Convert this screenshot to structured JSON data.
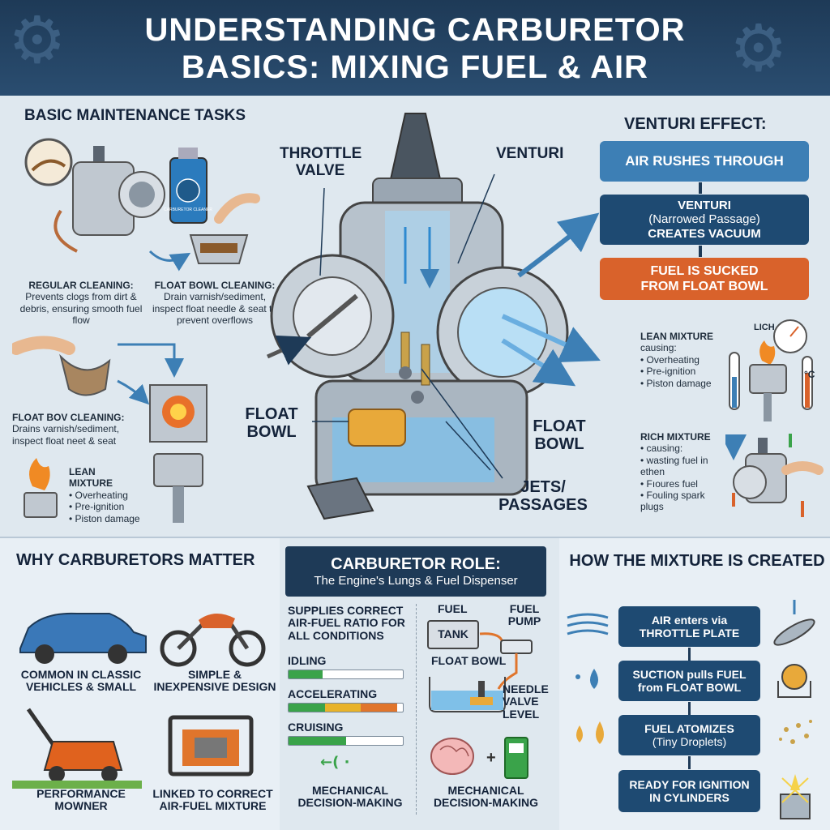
{
  "header": {
    "line1": "UNDERSTANDING CARBURETOR",
    "line2": "BASICS: MIXING FUEL & AIR"
  },
  "maintenance": {
    "title": "BASIC MAINTENANCE TASKS",
    "regular": {
      "label": "REGULAR CLEANING:",
      "text": "Prevents clogs from dirt & debris, ensuring smooth fuel flow"
    },
    "float_bowl": {
      "label": "FLOAT BOWL CLEANING:",
      "text": "Drain varnish/sediment, inspect float needle & seat to prevent overflows"
    },
    "float_bov": {
      "label": "FLOAT BOV CLEANING:",
      "text": "Drains varnish/sediment, inspect float neet & seat"
    },
    "lean": {
      "label": "LEAN",
      "label2": "MIXTURE",
      "items": [
        "Overheating",
        "Pre-ignition",
        "Piston damage"
      ]
    },
    "spray_can_text": "CARBURETOR CLEANER"
  },
  "center": {
    "throttle_valve": "THROTTLE VALVE",
    "venturi": "VENTURI",
    "float_bowl_left": "FLOAT BOWL",
    "float_bowl_right": "FLOAT BOWL",
    "jets": "JETS/ PASSAGES"
  },
  "venturi_effect": {
    "title": "VENTURI EFFECT:",
    "step1": "AIR RUSHES THROUGH",
    "step2_a": "VENTURI",
    "step2_b": "(Narrowed Passage)",
    "step2_c": "CREATES VACUUM",
    "step3_a": "FUEL IS SUCKED",
    "step3_b": "FROM FLOAT BOWL",
    "lean": {
      "label": "LEAN MIXTURE",
      "sub": "causing:",
      "items": [
        "Overheating",
        "Pre-ignition",
        "Piston damage"
      ],
      "tag": "LICH",
      "unit": "°C"
    },
    "rich": {
      "label": "RICH MIXTURE",
      "items": [
        "causing:",
        "wasting fuel in ethen",
        "Fıoures fuel",
        "Fouling spark plugs"
      ]
    }
  },
  "why": {
    "title": "WHY CARBURETORS MATTER",
    "classic": "COMMON IN CLASSIC VEHICLES & SMALL",
    "simple": "SIMPLE & INEXPENSIVE DESIGN",
    "performance": "PERFORMANCE MOWNER",
    "linked": "LINKED TO CORRECT AIR-FUEL MIXTURE"
  },
  "role": {
    "title": "CARBURETOR ROLE:",
    "subtitle": "The Engine's Lungs & Fuel Dispenser",
    "supplies": "SUPPLIES CORRECT AIR-FUEL RATIO FOR ALL CONDITIONS",
    "idling": "IDLING",
    "accelerating": "ACCELERATING",
    "cruising": "CRUISING",
    "mech_left": "MECHANICAL DECISION-MAKING",
    "fuel": "FUEL",
    "fuel_pump": "FUEL PUMP",
    "tank": "TANK",
    "float_bowl": "FLOAT BOWL",
    "needle": "NEEDLE VALVE LEVEL",
    "mech_right": "MECHANICAL DECISION-MAKING",
    "bars": {
      "idling": 0.3,
      "accelerating": 0.95,
      "cruising": 0.5
    }
  },
  "mixture": {
    "title": "HOW THE MIXTURE IS CREATED",
    "step1_a": "AIR enters via",
    "step1_b": "THROTTLE PLATE",
    "step2_a": "SUCTION pulls FUEL",
    "step2_b": "from FLOAT BOWL",
    "step3_a": "FUEL ATOMIZES",
    "step3_b": "(Tiny Droplets)",
    "step4_a": "READY FOR IGNITION",
    "step4_b": "IN CYLINDERS"
  },
  "colors": {
    "navy": "#1e3a57",
    "blue": "#3d7fb5",
    "orange": "#d9622b",
    "green": "#3aa34a"
  }
}
